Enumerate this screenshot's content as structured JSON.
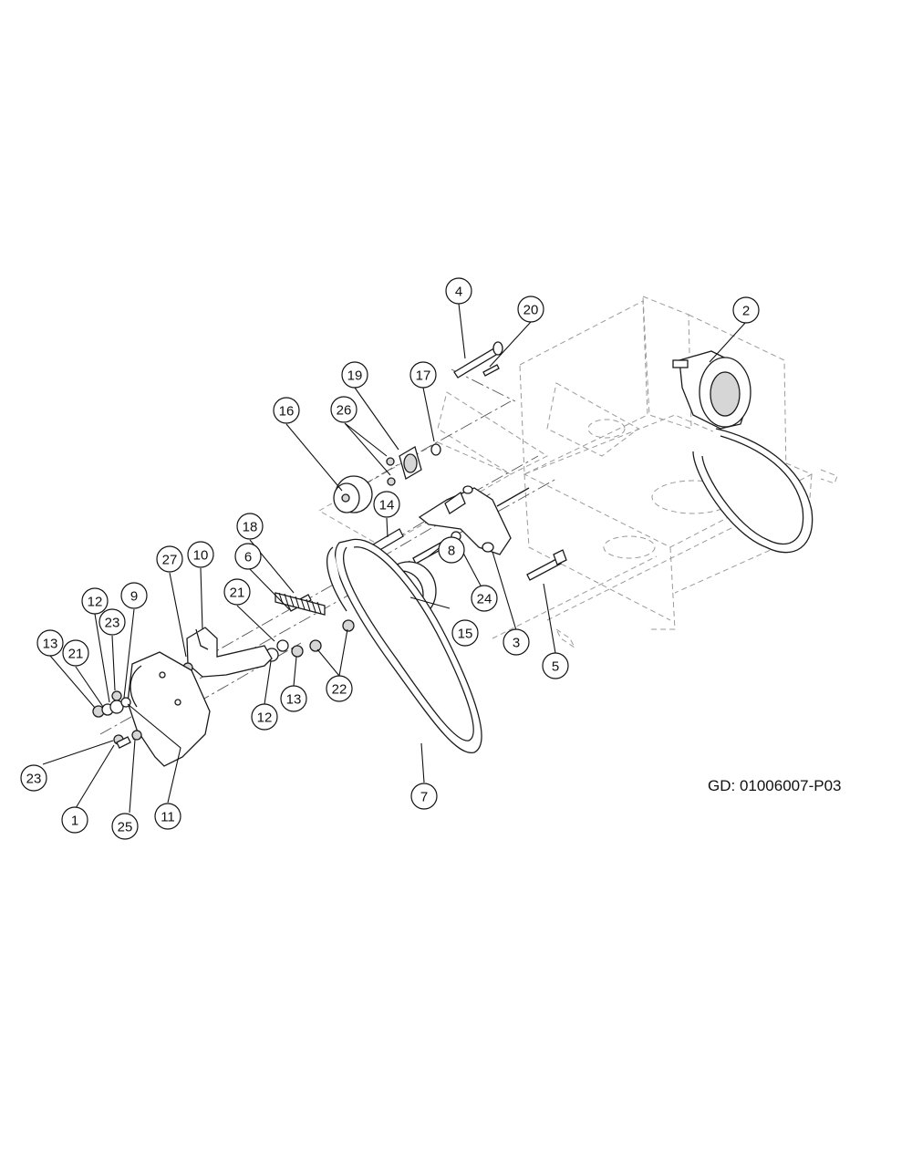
{
  "drawing_number": "GD: 01006007-P03",
  "callouts": [
    {
      "label": "1"
    },
    {
      "label": "2"
    },
    {
      "label": "3"
    },
    {
      "label": "4"
    },
    {
      "label": "5"
    },
    {
      "label": "6"
    },
    {
      "label": "7"
    },
    {
      "label": "8"
    },
    {
      "label": "9"
    },
    {
      "label": "10"
    },
    {
      "label": "11"
    },
    {
      "label": "12"
    },
    {
      "label": "12"
    },
    {
      "label": "13"
    },
    {
      "label": "13"
    },
    {
      "label": "14"
    },
    {
      "label": "15"
    },
    {
      "label": "16"
    },
    {
      "label": "17"
    },
    {
      "label": "18"
    },
    {
      "label": "19"
    },
    {
      "label": "20"
    },
    {
      "label": "21"
    },
    {
      "label": "21"
    },
    {
      "label": "22"
    },
    {
      "label": "23"
    },
    {
      "label": "23"
    },
    {
      "label": "24"
    },
    {
      "label": "25"
    },
    {
      "label": "26"
    },
    {
      "label": "27"
    }
  ]
}
